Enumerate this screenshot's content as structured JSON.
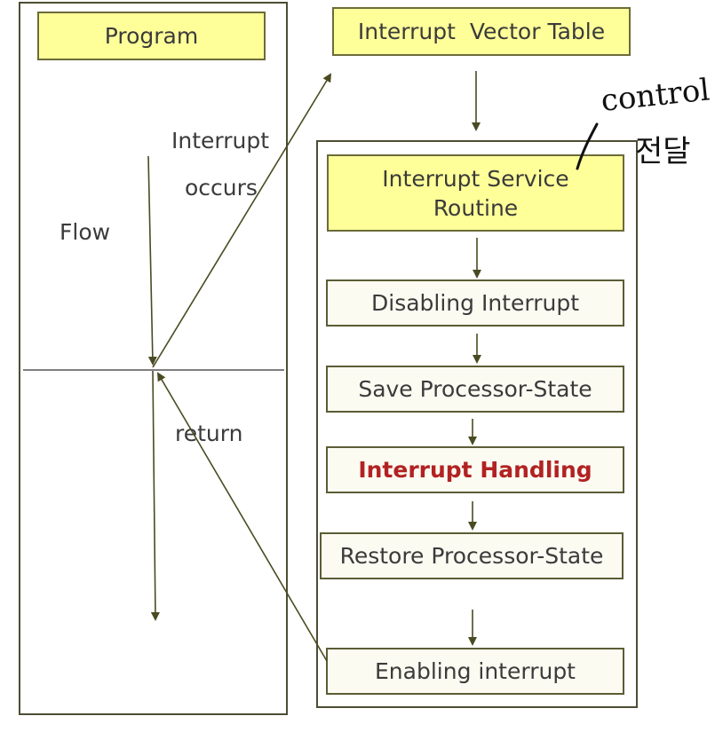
{
  "program": {
    "title": "Program"
  },
  "labels": {
    "interrupt": "Interrupt",
    "occurs": "occurs",
    "flow": "Flow",
    "return": "return"
  },
  "ivt": {
    "title": "Interrupt  Vector Table"
  },
  "isr": {
    "line1": "Interrupt Service",
    "line2": "Routine"
  },
  "steps": {
    "disable": "Disabling Interrupt",
    "save": "Save Processor-State",
    "handling": "Interrupt Handling",
    "restore": "Restore Processor-State",
    "enable": "Enabling interrupt"
  },
  "handwriting": {
    "line1": "control",
    "line2": "전달"
  },
  "colors": {
    "box_fill": "#ffff99",
    "step_fill": "#fbfbf2",
    "highlight_text": "#b22222",
    "arrow": "#4a4a22"
  }
}
